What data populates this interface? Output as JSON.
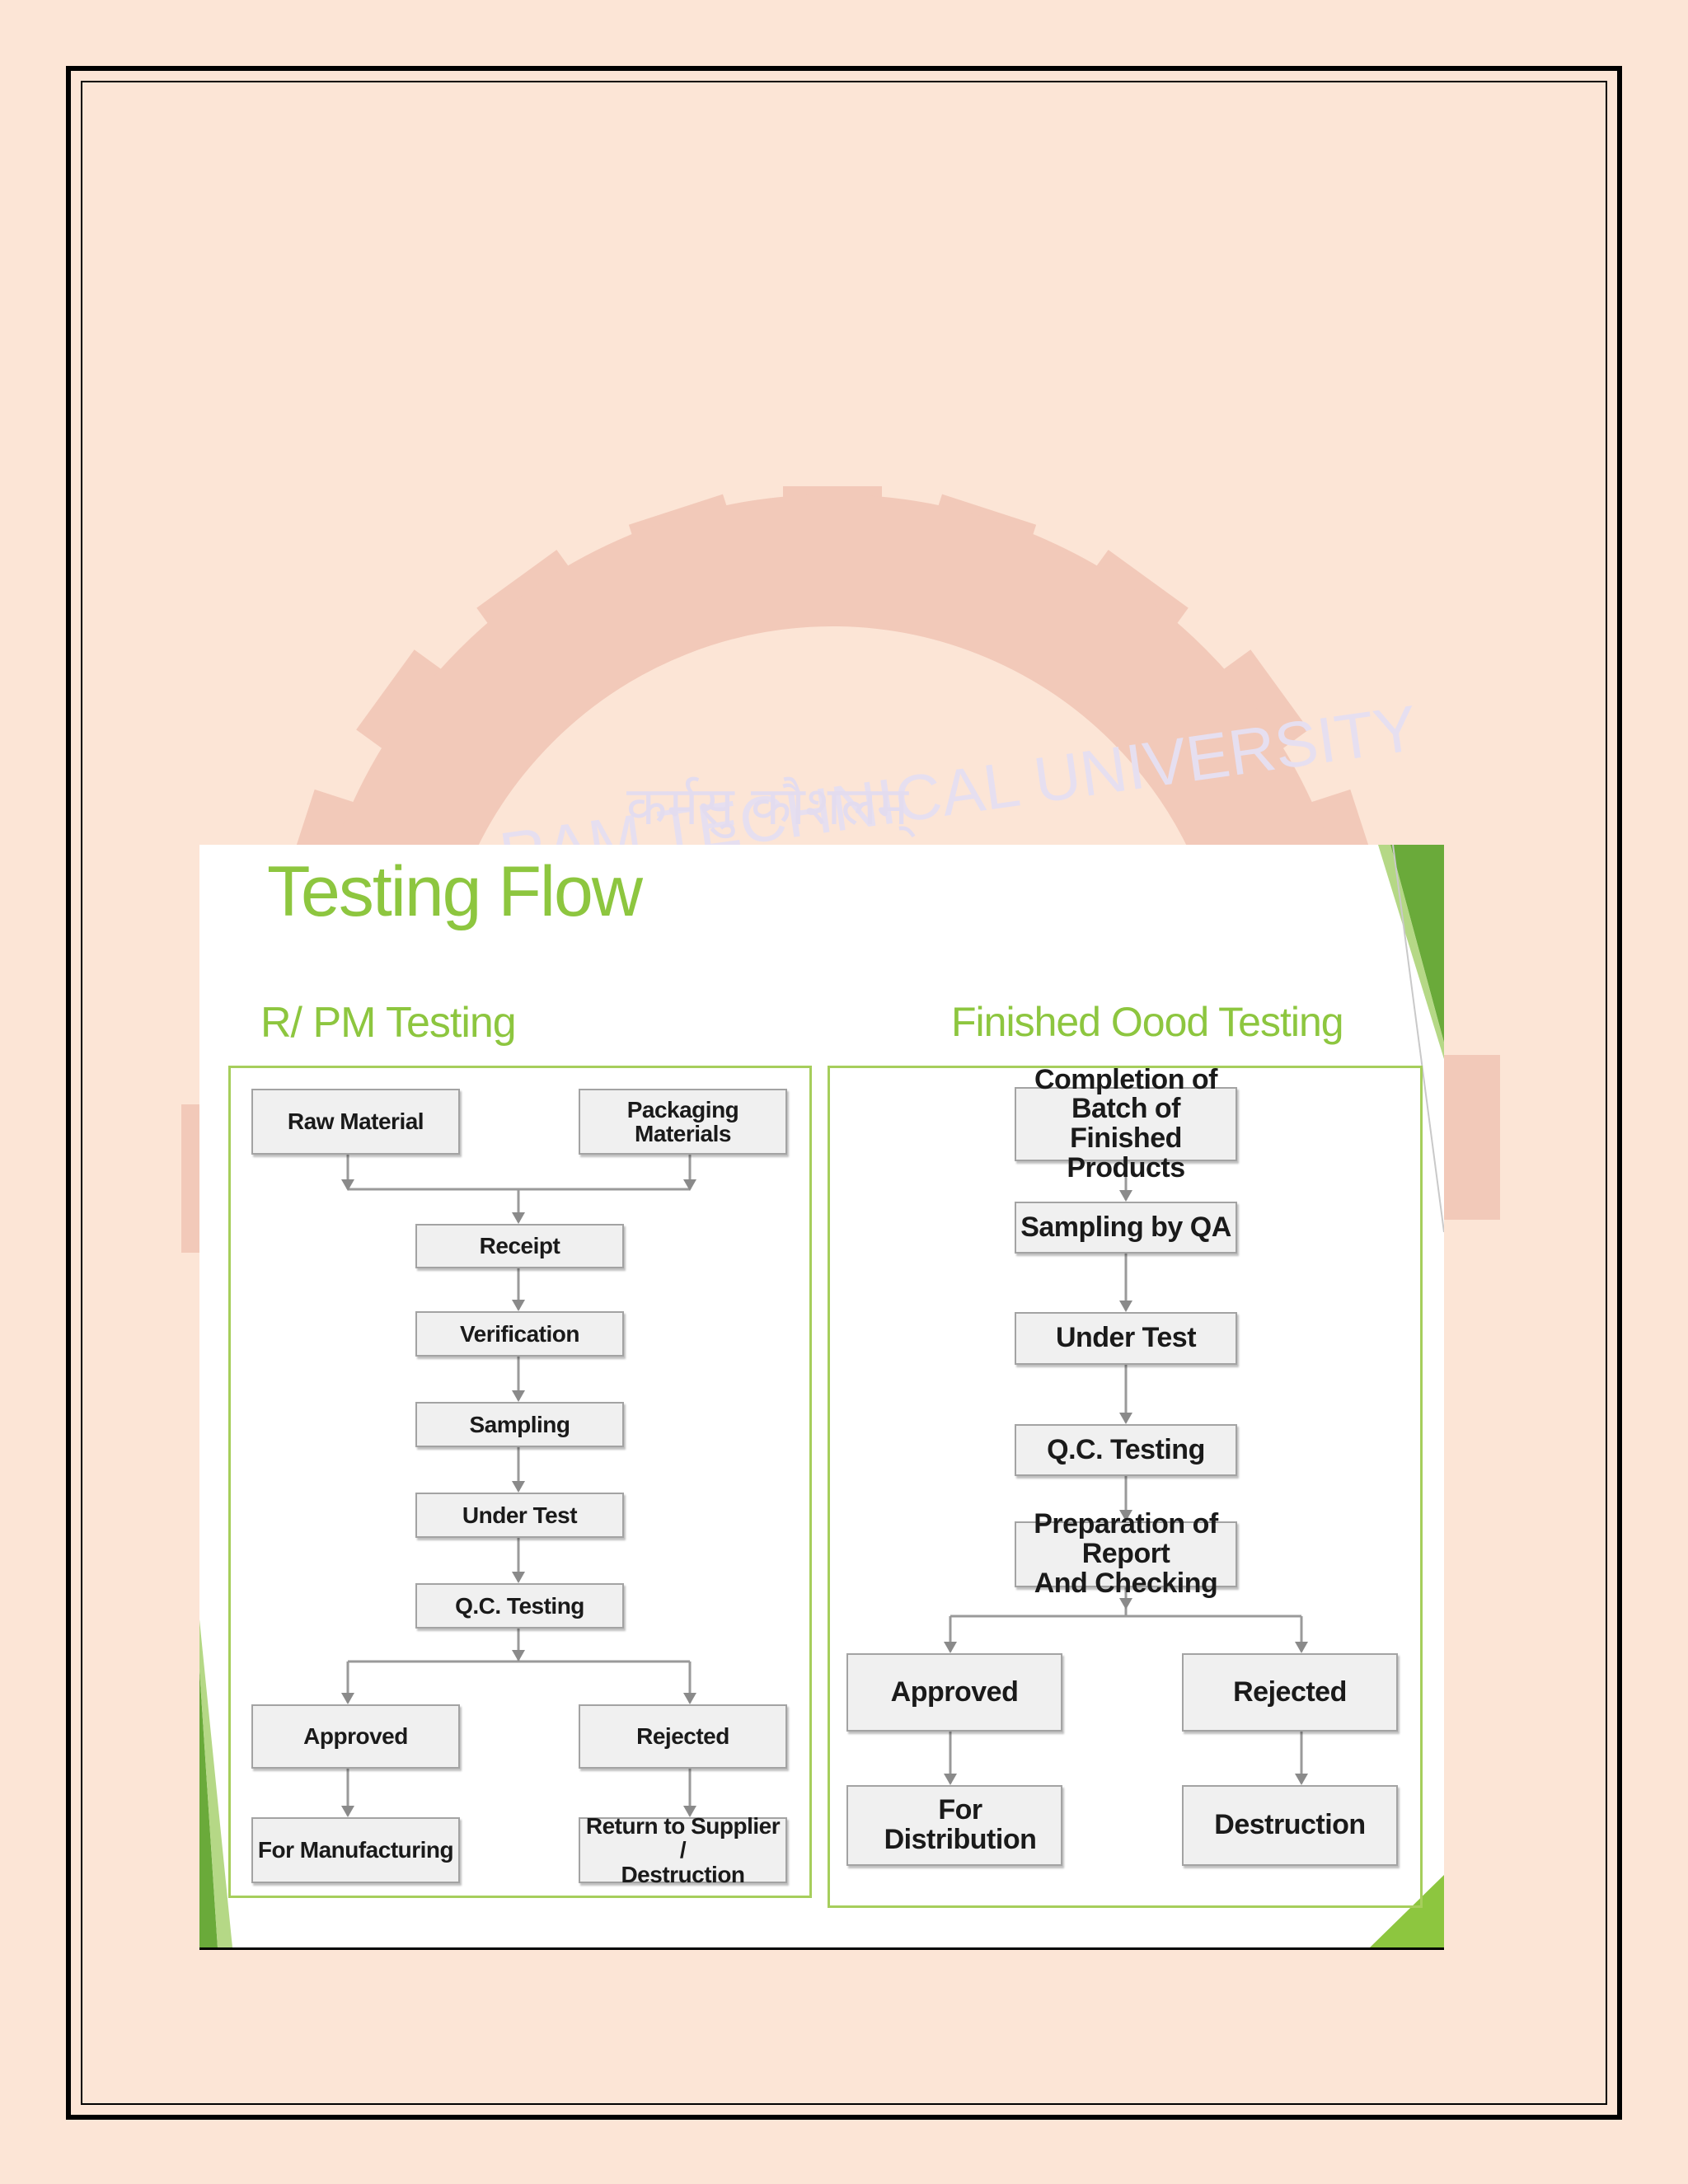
{
  "watermark": {
    "text": "RAM TECHNICAL UNIVERSITY",
    "devanagari": "कर्मसु कौशलम्"
  },
  "slide": {
    "title": "Testing Flow"
  },
  "left_section": {
    "heading": "R/  PM Testing",
    "nodes": {
      "raw_material": "Raw Material",
      "packaging_materials": "Packaging Materials",
      "receipt": "Receipt",
      "verification": "Verification",
      "sampling": "Sampling",
      "under_test": "Under Test",
      "qc_testing": "Q.C. Testing",
      "approved": "Approved",
      "rejected": "Rejected",
      "for_manufacturing": "For Manufacturing",
      "return_to_supplier": "Return to Supplier /\nDestruction"
    }
  },
  "right_section": {
    "heading": "Finished Oood Testing",
    "nodes": {
      "completion_of_batch": "Completion of Batch of\nFinished Products",
      "sampling_by_qa": "Sampling by QA",
      "under_test": "Under Test",
      "qc_testing": "Q.C. Testing",
      "preparation_of_report": "Preparation of Report\nAnd Checking",
      "approved": "Approved",
      "rejected": "Rejected",
      "for_distribution": "For Distribution",
      "destruction": "Destruction"
    }
  },
  "colors": {
    "page_background": "#fce5d6",
    "accent_green": "#8dc63f",
    "panel_border": "#a6ce5c",
    "watermark": "#f1c4b3"
  }
}
